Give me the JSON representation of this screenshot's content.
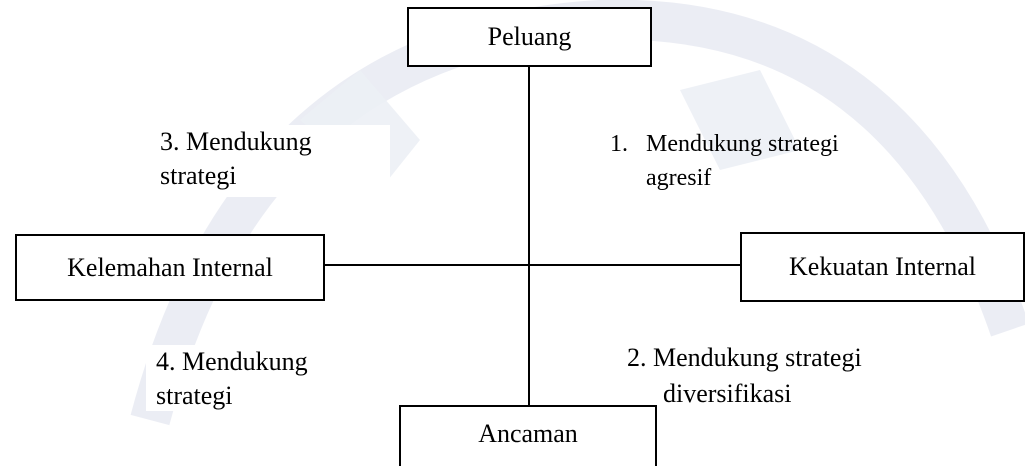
{
  "boxes": {
    "top": "Peluang",
    "left": "Kelemahan Internal",
    "right": "Kekuatan Internal",
    "bottom": "Ancaman"
  },
  "quadrants": {
    "q1": {
      "number": "1.",
      "line1": "Mendukung strategi",
      "line2": "agresif"
    },
    "q2": {
      "number": "2.",
      "line1": "Mendukung strategi",
      "line2": "diversifikasi"
    },
    "q3": {
      "number": "3.",
      "line1": "Mendukung",
      "line2": "strategi"
    },
    "q4": {
      "number": "4.",
      "line1": "Mendukung",
      "line2": "strategi"
    }
  },
  "colors": {
    "line": "#000000",
    "watermark": "#e3e7ef"
  }
}
